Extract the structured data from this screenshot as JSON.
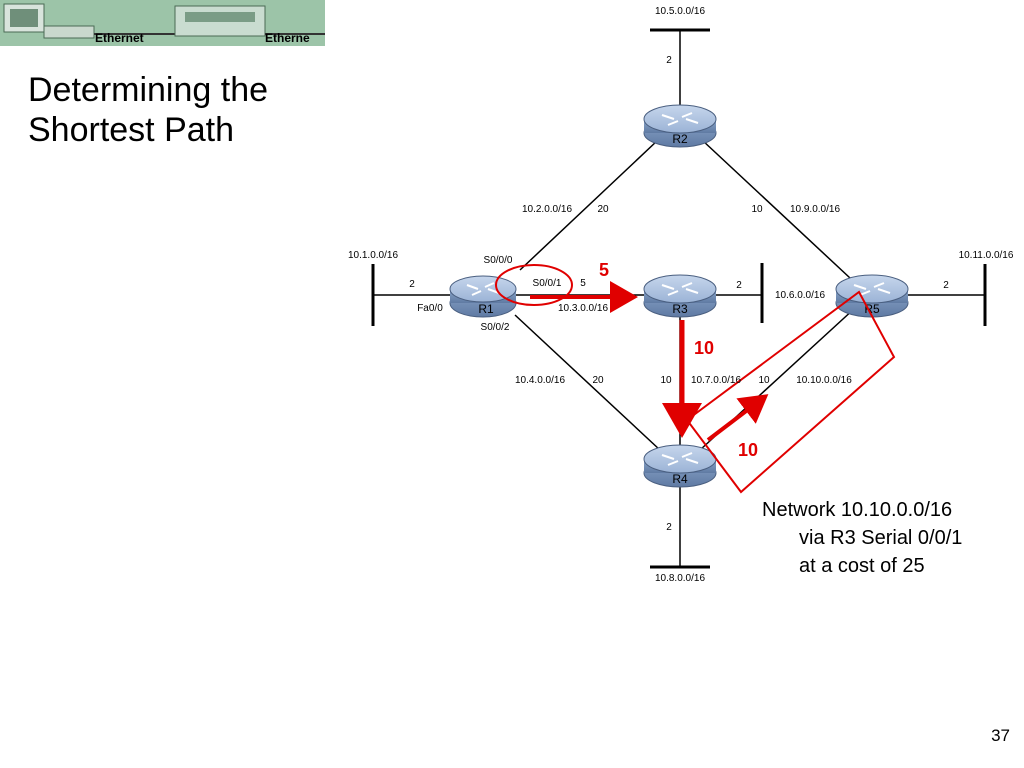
{
  "banner": {
    "left_label": "Ethernet",
    "right_label": "Etherne"
  },
  "title": {
    "line1": "Determining the",
    "line2": "Shortest Path"
  },
  "routers": {
    "r1": "R1",
    "r2": "R2",
    "r3": "R3",
    "r4": "R4",
    "r5": "R5"
  },
  "networks": {
    "n1": "10.1.0.0/16",
    "n2": "10.2.0.0/16",
    "n3": "10.3.0.0/16",
    "n4": "10.4.0.0/16",
    "n5": "10.5.0.0/16",
    "n6": "10.6.0.0/16",
    "n7": "10.7.0.0/16",
    "n8": "10.8.0.0/16",
    "n9": "10.9.0.0/16",
    "n10": "10.10.0.0/16",
    "n11": "10.11.0.0/16"
  },
  "interfaces": {
    "s000": "S0/0/0",
    "s001": "S0/0/1",
    "s002": "S0/0/2",
    "fa00": "Fa0/0"
  },
  "costs": {
    "r1_lan": "2",
    "r2_lan": "2",
    "r1_r2": "20",
    "r2_r5": "10",
    "r1_r3": "5",
    "r3_lan": "2",
    "r5_lan": "2",
    "r1_r4": "20",
    "r3_r4": "10",
    "r4_r5": "10",
    "r4_lan": "2"
  },
  "path_costs": {
    "c1": "5",
    "c2": "10",
    "c3": "10"
  },
  "note": {
    "line1": "Network 10.10.0.0/16",
    "line2": "via R3 Serial 0/0/1",
    "line3": "at a cost of 25"
  },
  "page_number": "37",
  "colors": {
    "highlight": "#e00000",
    "router_body": "#8aa4c8",
    "banner": "#8fb89c"
  }
}
